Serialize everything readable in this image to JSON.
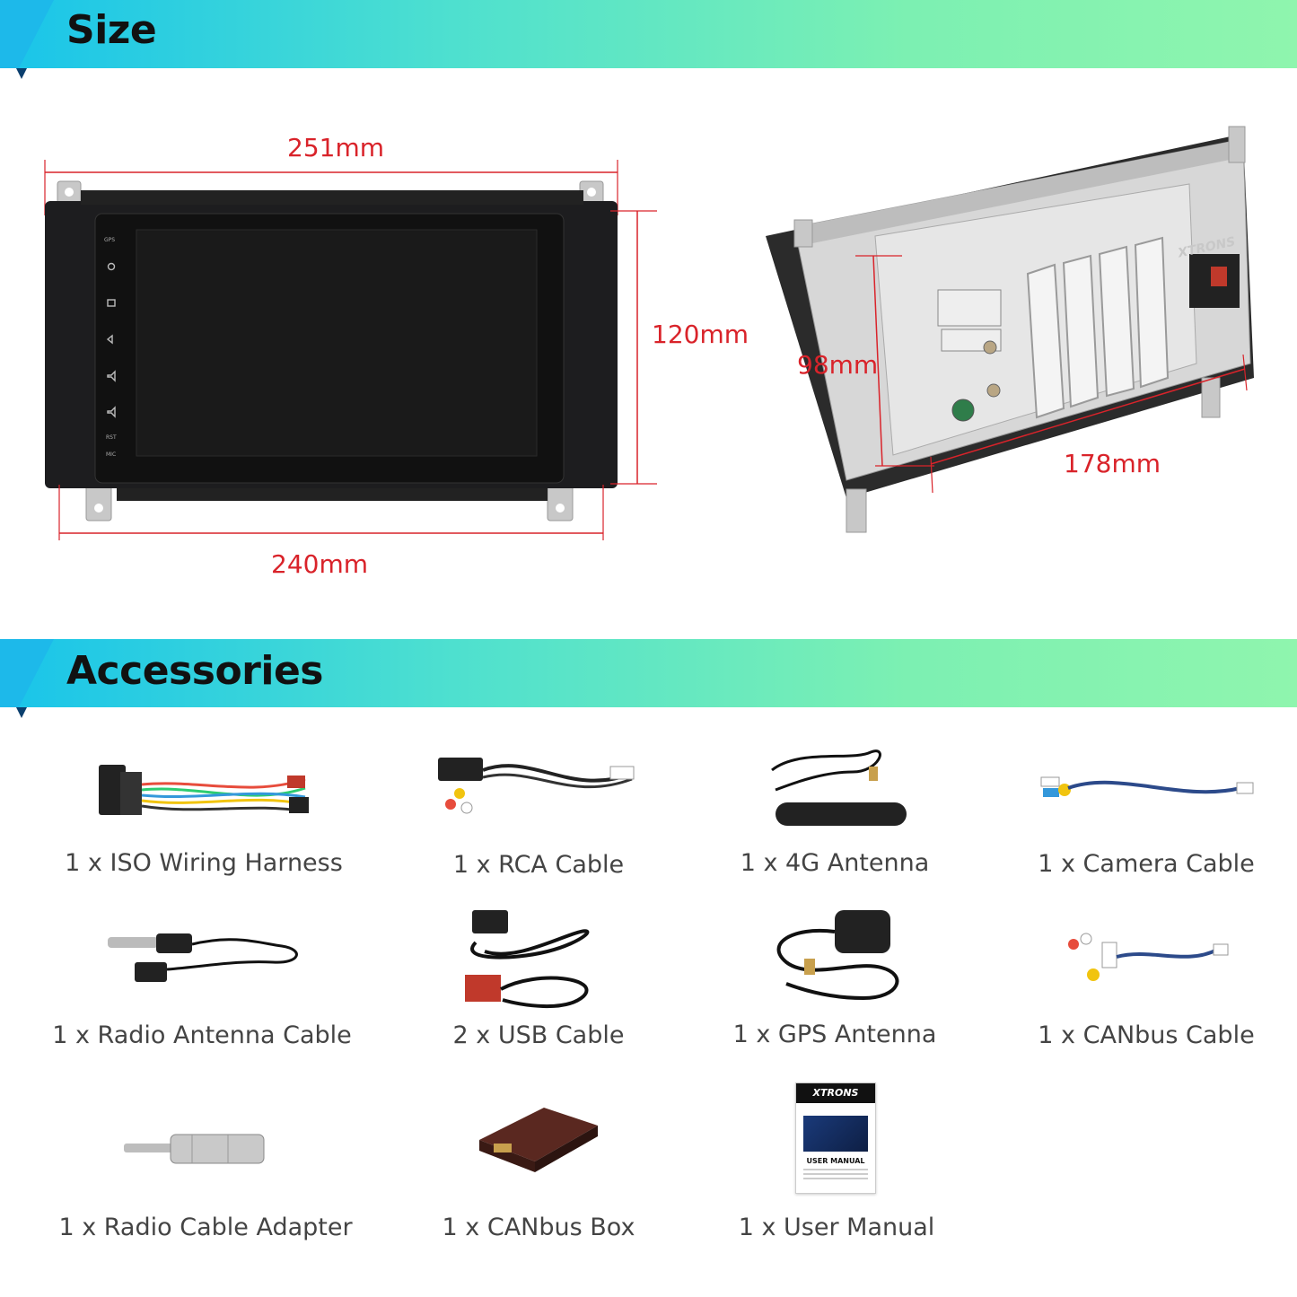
{
  "sections": {
    "size_title": "Size",
    "accessories_title": "Accessories"
  },
  "dimensions": {
    "top_width": "251mm",
    "bottom_width": "240mm",
    "height": "120mm",
    "depth_height": "98mm",
    "depth": "178mm"
  },
  "device": {
    "brand_mark": "XTRONS",
    "buttons": [
      "GPS",
      "RST",
      "MIC"
    ]
  },
  "accessories": [
    {
      "label": "1 x ISO Wiring Harness",
      "icon": "wiring-harness-icon"
    },
    {
      "label": "1 x RCA Cable",
      "icon": "rca-cable-icon"
    },
    {
      "label": "1 x 4G Antenna",
      "icon": "4g-antenna-icon"
    },
    {
      "label": "1 x Camera Cable",
      "icon": "camera-cable-icon"
    },
    {
      "label": "1 x Radio Antenna Cable",
      "icon": "radio-antenna-cable-icon"
    },
    {
      "label": "2 x USB Cable",
      "icon": "usb-cable-icon"
    },
    {
      "label": "1 x GPS Antenna",
      "icon": "gps-antenna-icon"
    },
    {
      "label": "1 x CANbus Cable",
      "icon": "canbus-cable-icon"
    },
    {
      "label": "1 x Radio Cable Adapter",
      "icon": "radio-adapter-icon"
    },
    {
      "label": "1 x CANbus Box",
      "icon": "canbus-box-icon"
    },
    {
      "label": "1 x User Manual",
      "icon": "user-manual-icon"
    }
  ],
  "manual": {
    "brand": "XTRONS",
    "title": "USER MANUAL"
  },
  "colors": {
    "dimension": "#d9232a",
    "banner_start": "#19c4ea",
    "banner_end": "#8ff5ae"
  }
}
